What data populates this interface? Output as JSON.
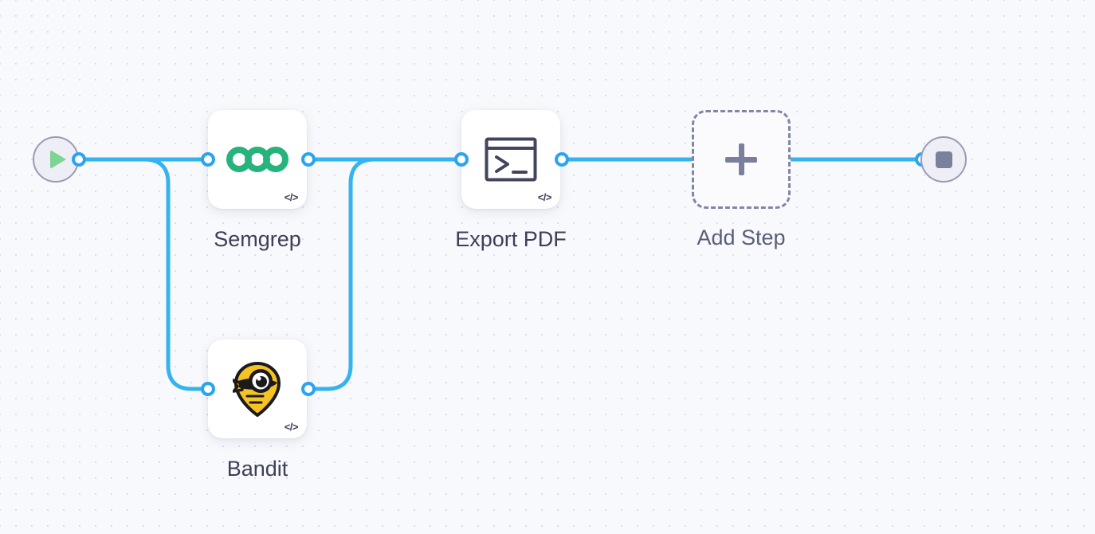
{
  "canvas": {
    "background_color": "#f8f9fc",
    "grid_dot_color": "#dcdde8",
    "edge_color": "#35b3ee"
  },
  "start_node": {
    "name": "Start",
    "icon": "play-icon",
    "icon_color": "#7ed492",
    "circle_fill": "#eeeef7",
    "circle_border": "#9a9ab4"
  },
  "end_node": {
    "name": "End",
    "icon": "stop-icon",
    "icon_color": "#7c809d",
    "circle_fill": "#eeeef7",
    "circle_border": "#9a9ab4"
  },
  "steps": [
    {
      "id": "semgrep",
      "label": "Semgrep",
      "icon": "semgrep-logo-icon",
      "icon_color": "#26b37c",
      "badge": "</>"
    },
    {
      "id": "bandit",
      "label": "Bandit",
      "icon": "bandit-logo-icon",
      "icon_color": "#f6c324",
      "badge": "</>"
    },
    {
      "id": "export-pdf",
      "label": "Export PDF",
      "icon": "terminal-icon",
      "icon_color": "#42455c",
      "badge": "</>"
    }
  ],
  "add_step": {
    "label": "Add Step",
    "icon": "plus-icon",
    "icon_color": "#7a7f9c"
  }
}
